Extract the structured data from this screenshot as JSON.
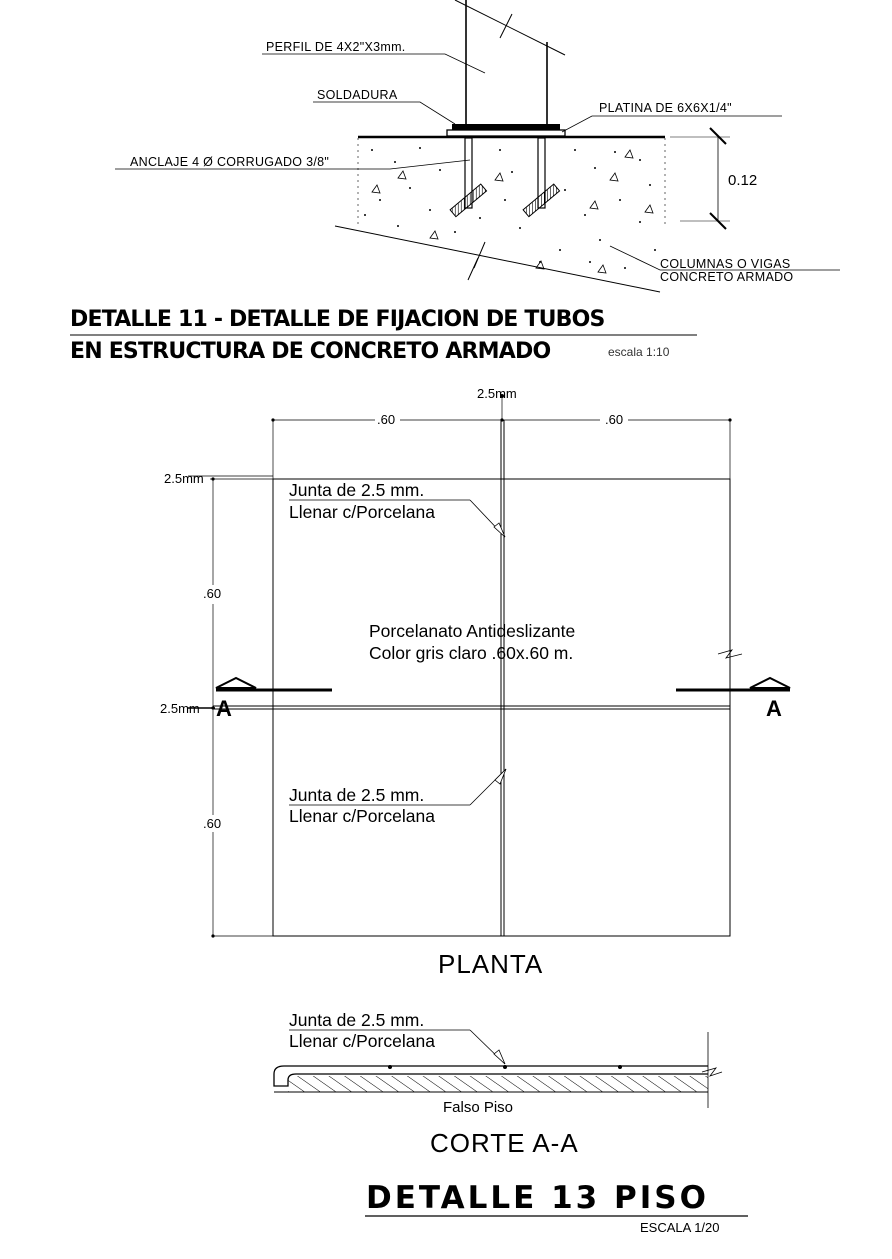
{
  "detail11": {
    "labels": {
      "perfil": "PERFIL DE 4X2\"X3mm.",
      "soldadura": "SOLDADURA",
      "platina": "PLATINA DE 6X6X1/4\"",
      "anclaje": "ANCLAJE 4 Ø CORRUGADO 3/8\"",
      "dimension": "0.12",
      "columnas_line1": "COLUMNAS O VIGAS",
      "columnas_line2": "CONCRETO ARMADO"
    },
    "title_line1": "DETALLE 11 - DETALLE DE FIJACION DE TUBOS",
    "title_line2": "EN ESTRUCTURA DE CONCRETO ARMADO",
    "scale": "escala 1:10"
  },
  "planta": {
    "dim_joint_top": "2.5mm",
    "dim_width_left": ".60",
    "dim_width_right": ".60",
    "dim_joint_left_top": "2.5mm",
    "dim_height_top": ".60",
    "dim_joint_left_mid": "2.5mm",
    "dim_height_bottom": ".60",
    "junta1_line1": "Junta de 2.5 mm.",
    "junta1_line2": "Llenar c/Porcelana",
    "material_line1": "Porcelanato Antideslizante",
    "material_line2": "Color gris claro .60x.60 m.",
    "section_mark_left": "A",
    "section_mark_right": "A",
    "junta2_line1": "Junta de 2.5 mm.",
    "junta2_line2": "Llenar c/Porcelana",
    "title": "PLANTA"
  },
  "corte": {
    "junta_line1": "Junta de 2.5 mm.",
    "junta_line2": "Llenar c/Porcelana",
    "falso_piso": "Falso Piso",
    "title": "CORTE A-A"
  },
  "detail13": {
    "title": "DETALLE 13 PISO",
    "scale": "ESCALA 1/20"
  }
}
